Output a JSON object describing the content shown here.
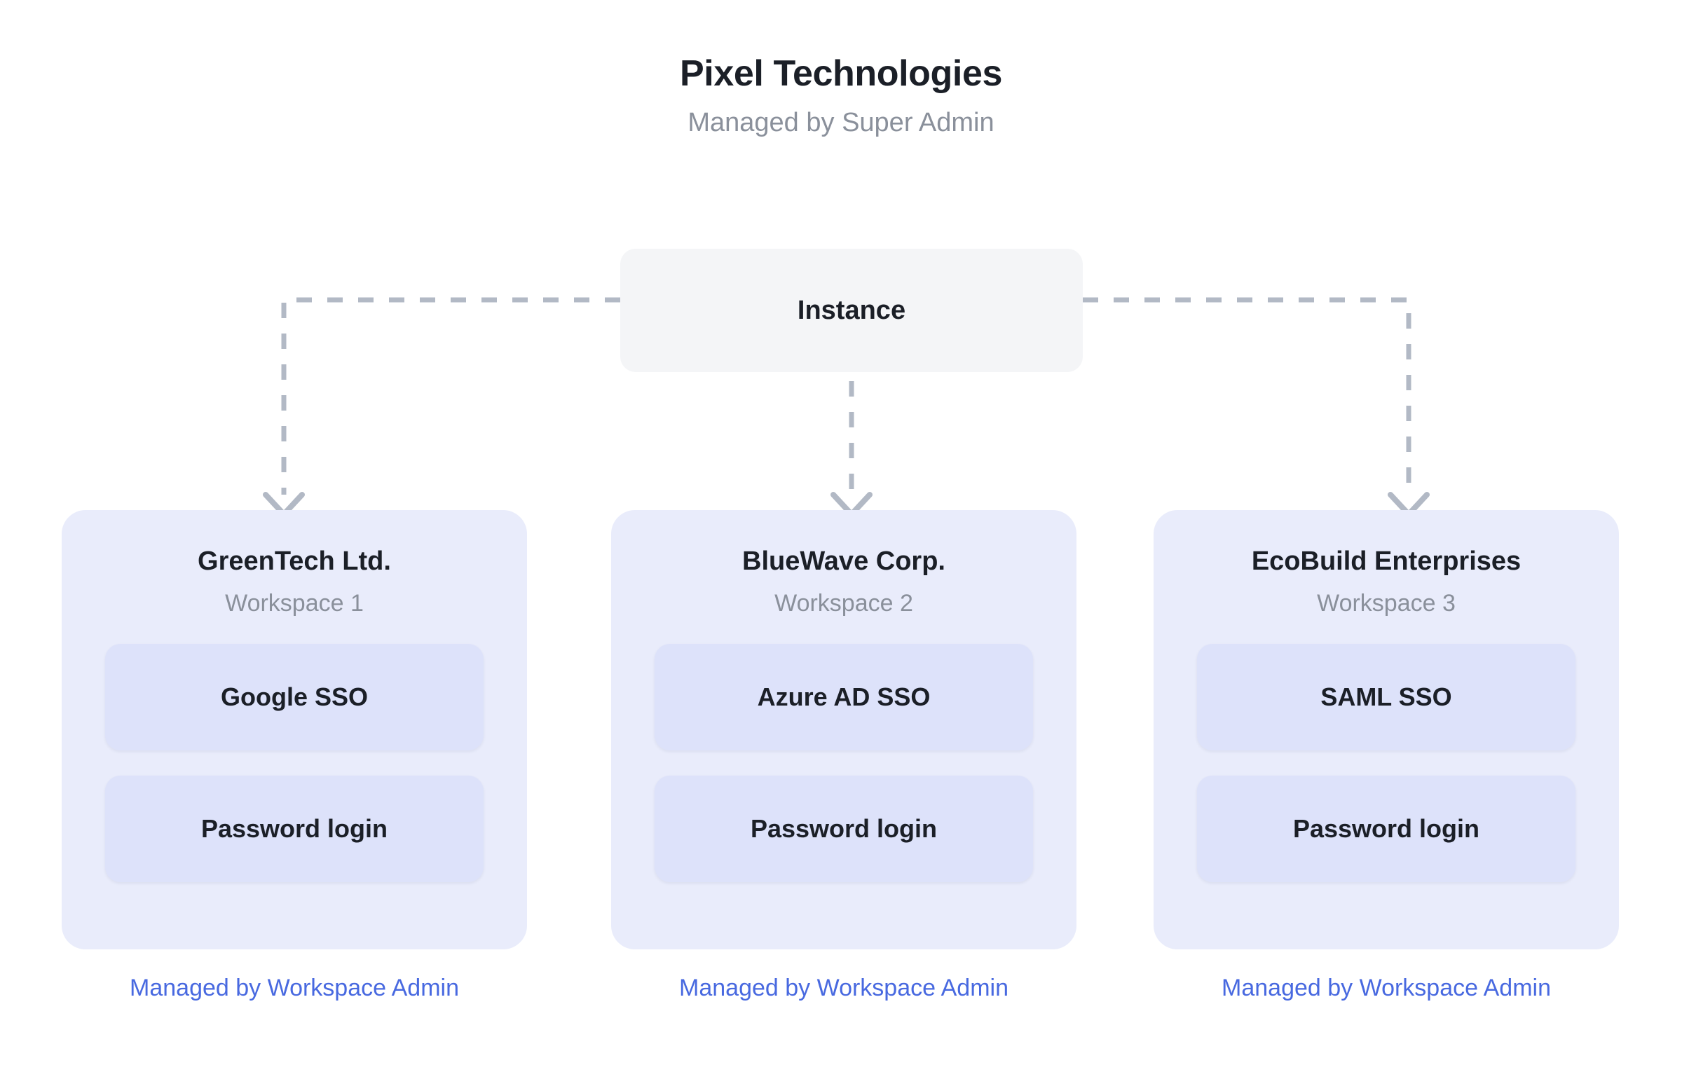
{
  "header": {
    "title": "Pixel Technologies",
    "subtitle": "Managed by Super Admin"
  },
  "instance": {
    "label": "Instance"
  },
  "workspaces": [
    {
      "name": "GreenTech Ltd.",
      "subtitle": "Workspace 1",
      "methods": [
        {
          "label": "Google SSO"
        },
        {
          "label": "Password login"
        }
      ],
      "footer": "Managed by Workspace Admin"
    },
    {
      "name": "BlueWave Corp.",
      "subtitle": "Workspace 2",
      "methods": [
        {
          "label": "Azure AD SSO"
        },
        {
          "label": "Password login"
        }
      ],
      "footer": "Managed by Workspace Admin"
    },
    {
      "name": "EcoBuild Enterprises",
      "subtitle": "Workspace 3",
      "methods": [
        {
          "label": "SAML SSO"
        },
        {
          "label": "Password login"
        }
      ],
      "footer": "Managed by Workspace Admin"
    }
  ],
  "colors": {
    "background": "#ffffff",
    "title_text": "#1b1f27",
    "muted_text": "#8a909b",
    "instance_fill": "#f4f5f7",
    "workspace_fill": "#e9ecfb",
    "method_fill": "#dde2fa",
    "footer_link": "#4869e0",
    "connector_line": "#b2b9c5"
  },
  "connectors": {
    "style": "dashed",
    "arrow_shape": "chevron",
    "edges": [
      {
        "from": "instance",
        "to": "workspace-1"
      },
      {
        "from": "instance",
        "to": "workspace-2"
      },
      {
        "from": "instance",
        "to": "workspace-3"
      }
    ]
  }
}
